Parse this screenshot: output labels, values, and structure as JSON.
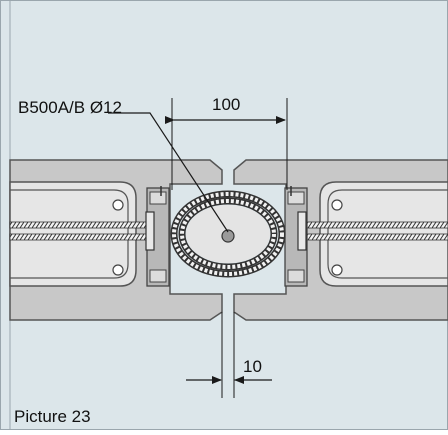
{
  "diagram": {
    "rebar_label": "B500A/B Ø12",
    "dim_top": "100",
    "dim_bottom": "10",
    "caption": "Picture 23"
  },
  "colors": {
    "background": "#dce6ea",
    "panel_fill": "#c8c8c8",
    "panel_stroke": "#555555",
    "line": "#1a1a1a",
    "border": "#9aa6ad"
  }
}
